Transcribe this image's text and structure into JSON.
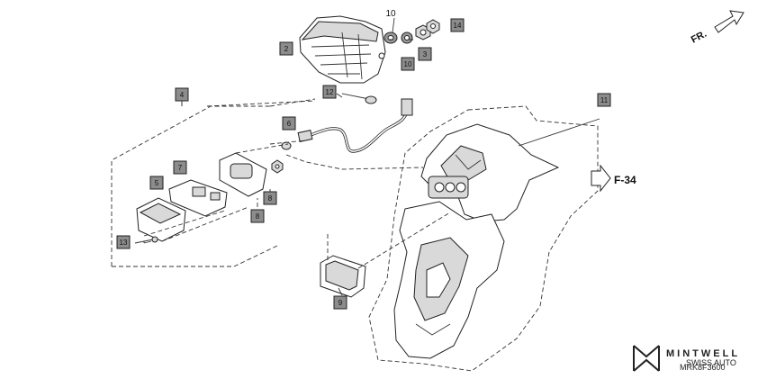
{
  "callouts": [
    "2",
    "3",
    "4",
    "5",
    "6",
    "7",
    "8",
    "8",
    "9",
    "10",
    "11",
    "12",
    "13",
    "14"
  ],
  "plain_label": "10",
  "reference": "F-34",
  "front_arrow": "FR.",
  "brand": "MINTWELL",
  "brand_sub": "SWISS AUTO",
  "diagram_code": "MRK8F3600",
  "colors": {
    "callout_fill": "#8c8c8c",
    "line": "#222222"
  }
}
